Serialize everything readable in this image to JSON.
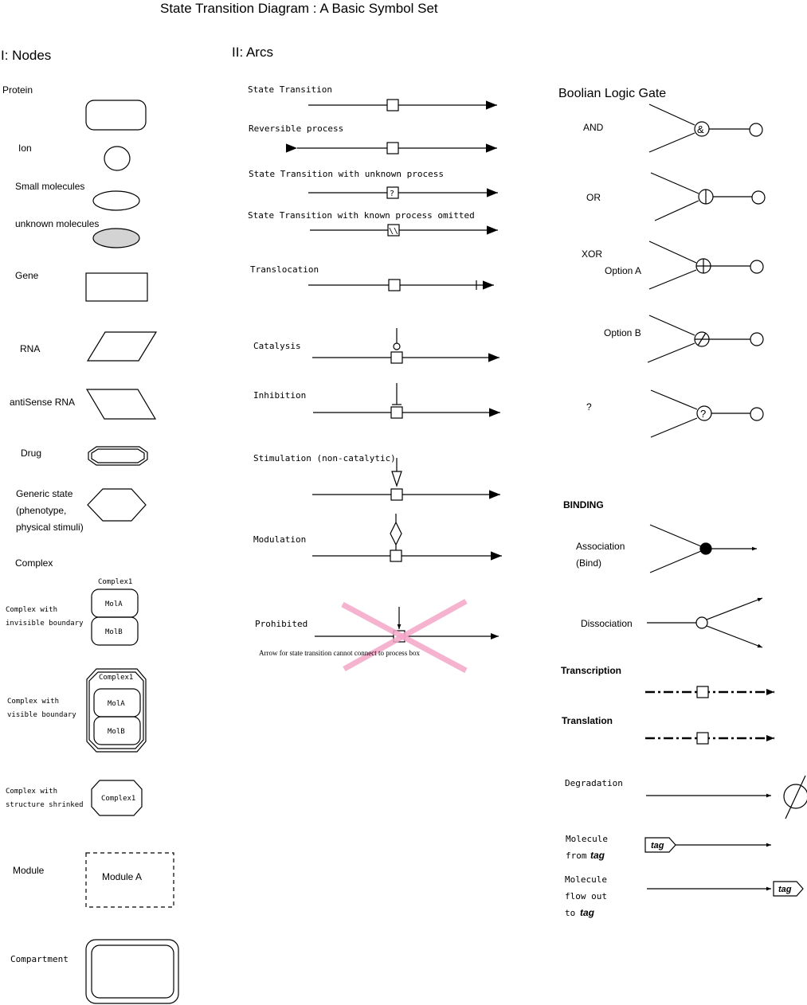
{
  "title": "State Transition Diagram : A Basic Symbol Set",
  "nodes": {
    "heading": "I: Nodes",
    "protein": "Protein",
    "ion": "Ion",
    "small_molecules": "Small molecules",
    "unknown_molecules": "unknown molecules",
    "gene": "Gene",
    "rna": "RNA",
    "antisense_rna": "antiSense RNA",
    "drug": "Drug",
    "generic_state_1": "Generic state",
    "generic_state_2": "(phenotype,",
    "generic_state_3": "physical stimuli)",
    "complex": "Complex",
    "complex_invisible_1": "Complex with",
    "complex_invisible_2": "invisible boundary",
    "complex_visible_1": "Complex with",
    "complex_visible_2": "visible boundary",
    "complex_shrinked_1": "Complex with",
    "complex_shrinked_2": "structure shrinked",
    "complex_name": "Complex1",
    "mol_a": "MolA",
    "mol_b": "MolB",
    "module": "Module",
    "module_a": "Module A",
    "compartment": "Compartment"
  },
  "arcs": {
    "heading": "II: Arcs",
    "state_transition": "State Transition",
    "reversible": "Reversible process",
    "unknown_process": "State Transition with unknown process",
    "unknown_mark": "?",
    "known_omitted": "State Transition with known process omitted",
    "omitted_mark": "\\\\",
    "translocation": "Translocation",
    "catalysis": "Catalysis",
    "inhibition": "Inhibition",
    "stimulation": "Stimulation (non-catalytic)",
    "modulation": "Modulation",
    "prohibited": "Prohibited",
    "prohibited_note": "Arrow for state transition cannot connect to process box"
  },
  "logic": {
    "heading": "Boolian Logic Gate",
    "and": "AND",
    "and_symbol": "&",
    "or": "OR",
    "xor": "XOR",
    "option_a": "Option A",
    "option_b": "Option B",
    "unknown": "?",
    "unknown_symbol": "?"
  },
  "binding": {
    "heading": "BINDING",
    "association_1": "Association",
    "association_2": "(Bind)",
    "dissociation": "Dissociation",
    "transcription": "Transcription",
    "translation": "Translation",
    "degradation": "Degradation",
    "mol_from_1": "Molecule",
    "mol_from_2": "from",
    "tag": "tag",
    "flow_out_1": "Molecule",
    "flow_out_2": "flow out",
    "flow_out_3": "to"
  },
  "colors": {
    "stroke": "#000000",
    "unknown_fill": "#d3d3d3",
    "prohibited_cross": "#f4a6c8"
  }
}
